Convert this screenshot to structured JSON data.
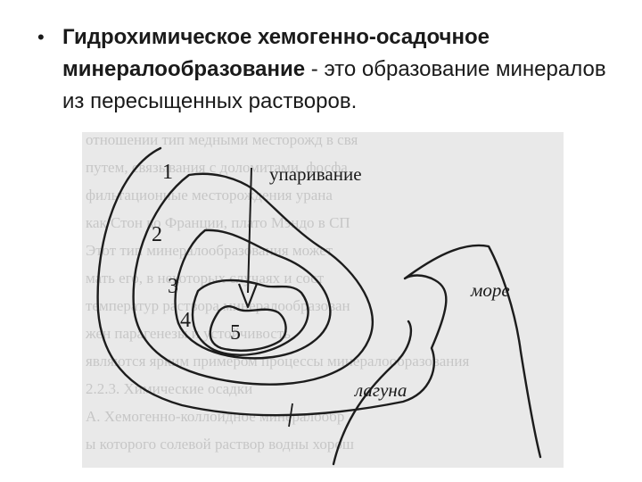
{
  "slide": {
    "bullet_term": "Гидрохимическое хемогенно-осадочное минералообразование",
    "bullet_rest": " - это образование минералов из пересыщенных растворов."
  },
  "diagram": {
    "zone_labels": [
      "1",
      "2",
      "3",
      "4",
      "5"
    ],
    "arrow_label": "упаривание",
    "sea_label": "море",
    "lagoon_label": "лагуна"
  },
  "scan_bleed_text": [
    "отношении тип медными месторожд в свя",
    "путем, связывания с доломитами, фосфа",
    "фильтационные месторождения урана",
    "как Стон во Франции, плато Мэндо в СП",
    "Этот тип минералообразования может",
    "мать его, в некоторых случаях и сост",
    "температур раствора минералообразован",
    "жен парагенезы и устойчивость",
    "являются ярким примером процессы минералообразования",
    "2.2.3. Химические осадки",
    "А. Хемогенно-коллоидное минералообр",
    "ы которого солевой раствор водны хорош"
  ],
  "colors": {
    "text": "#1a1a1a",
    "line": "#1c1c1c",
    "paper": "#e9e9e9"
  }
}
